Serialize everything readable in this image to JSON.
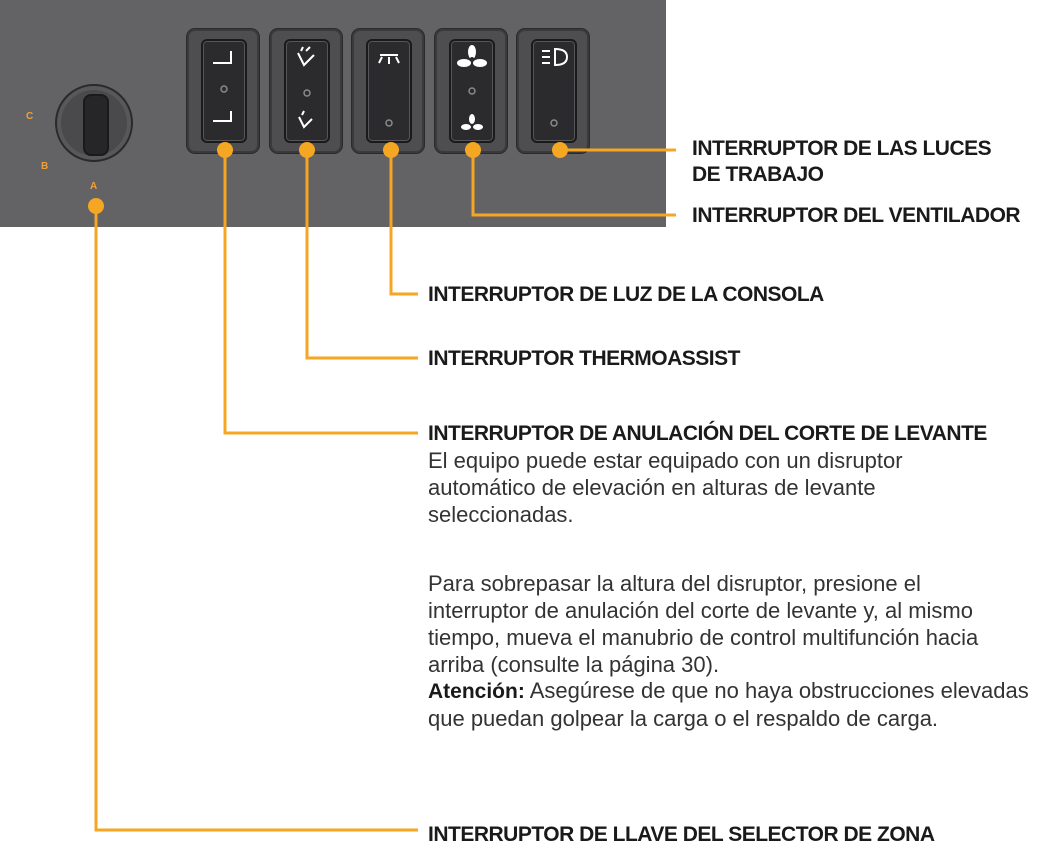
{
  "colors": {
    "panel": "#636365",
    "leader": "#f5a623",
    "text": "#1a1a1a"
  },
  "zones": {
    "a": "A",
    "b": "B",
    "c": "C"
  },
  "labels": {
    "work_lights_line1": "INTERRUPTOR DE LAS LUCES",
    "work_lights_line2": "DE TRABAJO",
    "fan": "INTERRUPTOR DEL VENTILADOR",
    "console_light": "INTERRUPTOR DE LUZ DE LA CONSOLA",
    "thermoassist": "INTERRUPTOR THERMOASSIST",
    "lift_cutout": "INTERRUPTOR DE ANULACIÓN DEL CORTE DE LEVANTE",
    "zone_key": "INTERRUPTOR DE LLAVE DEL SELECTOR DE ZONA"
  },
  "text": {
    "para1": "El equipo puede estar equipado con un disruptor\nautomático de elevación en alturas de levante\nseleccionadas.",
    "para2": "Para sobrepasar la altura del disruptor, presione el\ninterruptor de anulación del corte de levante y, al mismo\ntiempo, mueva el manubrio de control multifunción hacia\narriba (consulte la página 30).",
    "attention_label": "Atención:",
    "attention_text": " Asegúrese de que no haya obstrucciones elevadas\nque puedan golpear la carga o el respaldo de carga."
  },
  "icons": {
    "key_switch": "rotary-key-icon",
    "sw1": "lift-cutout-icon",
    "sw2": "thermoassist-icon",
    "sw3": "console-light-icon",
    "sw4": "fan-icon",
    "sw5": "work-light-icon"
  }
}
